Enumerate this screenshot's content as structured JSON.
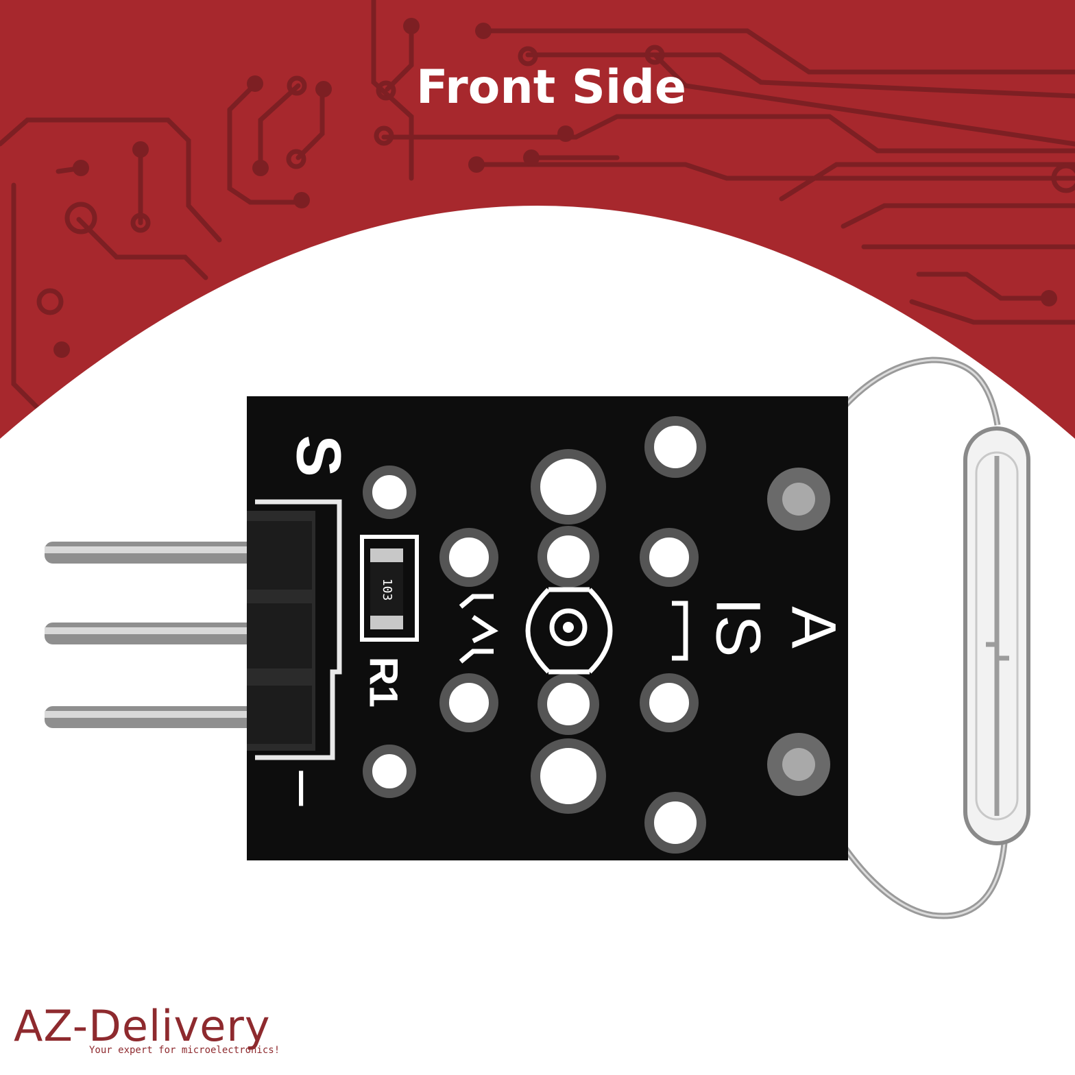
{
  "title": "Front Side",
  "board": {
    "labels": {
      "s": "S",
      "minus": "–",
      "a": "A",
      "is": "IS",
      "r1": "R1",
      "resistor_code": "103"
    }
  },
  "logo": {
    "word": "AZ-Delivery",
    "tagline": "Your expert for microelectronics!"
  },
  "colors": {
    "banner": "#a7282d",
    "trace": "#7f1f24",
    "pcb": "#0d0d0d",
    "logo": "#8e2a2e"
  },
  "icons": [
    "circuit-trace-pattern",
    "reed-switch-icon",
    "pin-header-icon"
  ]
}
